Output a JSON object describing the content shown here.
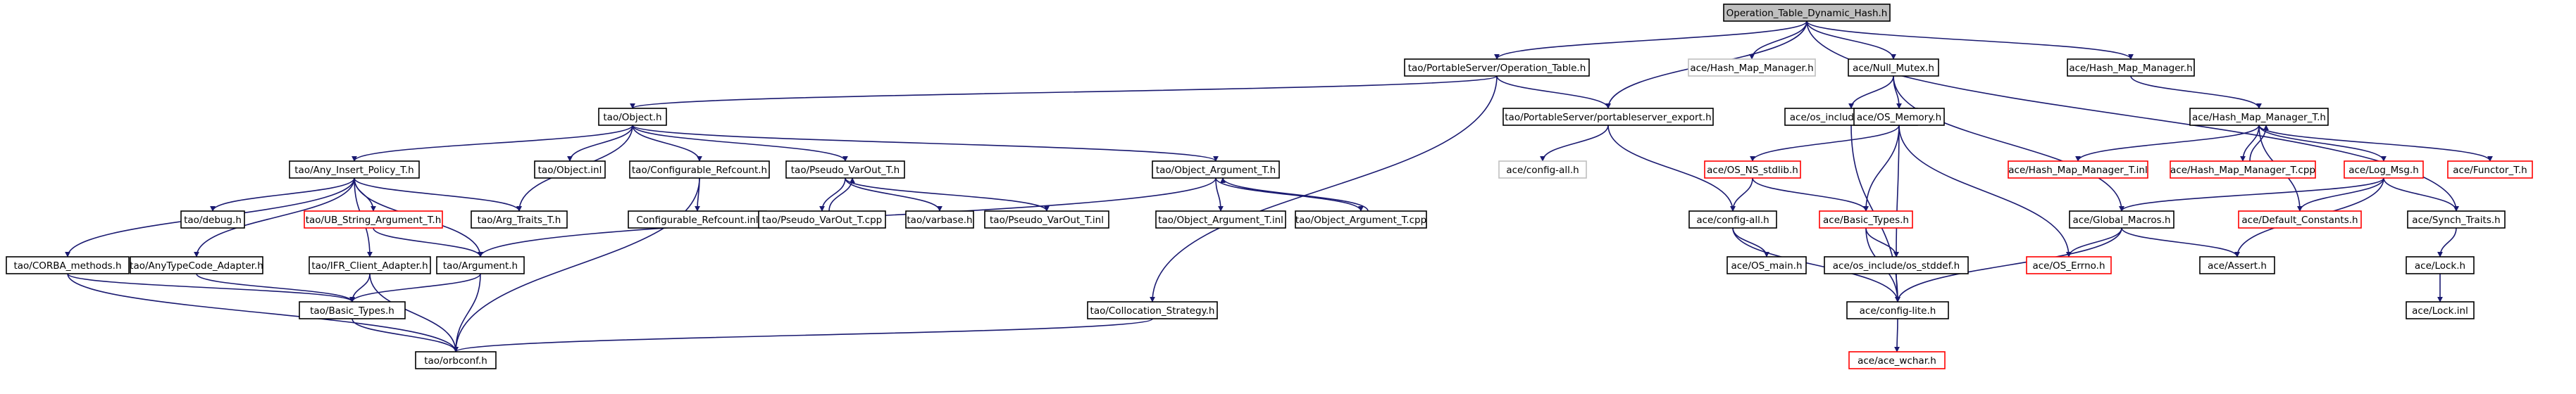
{
  "colors": {
    "root_fill": "#bfbfbf",
    "normal_stroke": "#000000",
    "missing_stroke": "#ff0000",
    "external_stroke": "#bfbfbf",
    "edge": "#191970",
    "text": "#000000"
  },
  "nodes": [
    {
      "id": "root",
      "label": "Operation_Table_Dynamic_Hash.h",
      "kind": "root"
    },
    {
      "id": "pstable",
      "label": "tao/PortableServer/Operation_Table.h",
      "kind": "normal"
    },
    {
      "id": "hmm_gray",
      "label": "ace/Hash_Map_Manager.h",
      "kind": "external"
    },
    {
      "id": "nullmutex",
      "label": "ace/Null_Mutex.h",
      "kind": "normal"
    },
    {
      "id": "hmm",
      "label": "ace/Hash_Map_Manager.h",
      "kind": "normal"
    },
    {
      "id": "object",
      "label": "tao/Object.h",
      "kind": "normal"
    },
    {
      "id": "psexport",
      "label": "tao/PortableServer/portableserver_export.h",
      "kind": "normal"
    },
    {
      "id": "errno_os",
      "label": "ace/os_include/os_errno.h",
      "kind": "normal"
    },
    {
      "id": "osmemory",
      "label": "ace/OS_Memory.h",
      "kind": "normal"
    },
    {
      "id": "hmmt",
      "label": "ace/Hash_Map_Manager_T.h",
      "kind": "normal"
    },
    {
      "id": "anyinsert",
      "label": "tao/Any_Insert_Policy_T.h",
      "kind": "normal"
    },
    {
      "id": "objinl",
      "label": "tao/Object.inl",
      "kind": "normal"
    },
    {
      "id": "confref",
      "label": "tao/Configurable_Refcount.h",
      "kind": "normal"
    },
    {
      "id": "pseudovar",
      "label": "tao/Pseudo_VarOut_T.h",
      "kind": "normal"
    },
    {
      "id": "objarg",
      "label": "tao/Object_Argument_T.h",
      "kind": "normal"
    },
    {
      "id": "configall_gray",
      "label": "ace/config-all.h",
      "kind": "external"
    },
    {
      "id": "nsstdlib",
      "label": "ace/OS_NS_stdlib.h",
      "kind": "missing"
    },
    {
      "id": "hmmt_inl",
      "label": "ace/Hash_Map_Manager_T.inl",
      "kind": "missing"
    },
    {
      "id": "hmmt_cpp",
      "label": "ace/Hash_Map_Manager_T.cpp",
      "kind": "missing"
    },
    {
      "id": "logmsg",
      "label": "ace/Log_Msg.h",
      "kind": "missing"
    },
    {
      "id": "functor",
      "label": "ace/Functor_T.h",
      "kind": "missing"
    },
    {
      "id": "debug",
      "label": "tao/debug.h",
      "kind": "normal"
    },
    {
      "id": "ubstring",
      "label": "tao/UB_String_Argument_T.h",
      "kind": "missing"
    },
    {
      "id": "argtraits",
      "label": "tao/Arg_Traits_T.h",
      "kind": "normal"
    },
    {
      "id": "confref_inl",
      "label": "Configurable_Refcount.inl",
      "kind": "normal"
    },
    {
      "id": "pv_cpp",
      "label": "tao/Pseudo_VarOut_T.cpp",
      "kind": "normal"
    },
    {
      "id": "varbase",
      "label": "tao/varbase.h",
      "kind": "normal"
    },
    {
      "id": "pv_inl",
      "label": "tao/Pseudo_VarOut_T.inl",
      "kind": "normal"
    },
    {
      "id": "oa_inl",
      "label": "tao/Object_Argument_T.inl",
      "kind": "normal"
    },
    {
      "id": "oa_cpp",
      "label": "tao/Object_Argument_T.cpp",
      "kind": "normal"
    },
    {
      "id": "configall",
      "label": "ace/config-all.h",
      "kind": "normal"
    },
    {
      "id": "basictypes_ace",
      "label": "ace/Basic_Types.h",
      "kind": "missing"
    },
    {
      "id": "globalmacros",
      "label": "ace/Global_Macros.h",
      "kind": "normal"
    },
    {
      "id": "defconst",
      "label": "ace/Default_Constants.h",
      "kind": "missing"
    },
    {
      "id": "synchtraits",
      "label": "ace/Synch_Traits.h",
      "kind": "normal"
    },
    {
      "id": "corba",
      "label": "tao/CORBA_methods.h",
      "kind": "normal"
    },
    {
      "id": "anytypecode",
      "label": "tao/AnyTypeCode_Adapter.h",
      "kind": "normal"
    },
    {
      "id": "ifr",
      "label": "tao/IFR_Client_Adapter.h",
      "kind": "normal"
    },
    {
      "id": "argument",
      "label": "tao/Argument.h",
      "kind": "normal"
    },
    {
      "id": "osmain",
      "label": "ace/OS_main.h",
      "kind": "normal"
    },
    {
      "id": "osstddef",
      "label": "ace/os_include/os_stddef.h",
      "kind": "normal"
    },
    {
      "id": "oserrno",
      "label": "ace/OS_Errno.h",
      "kind": "missing"
    },
    {
      "id": "assert",
      "label": "ace/Assert.h",
      "kind": "normal"
    },
    {
      "id": "lock",
      "label": "ace/Lock.h",
      "kind": "normal"
    },
    {
      "id": "basictypes_tao",
      "label": "tao/Basic_Types.h",
      "kind": "normal"
    },
    {
      "id": "collocation",
      "label": "tao/Collocation_Strategy.h",
      "kind": "normal"
    },
    {
      "id": "configlite",
      "label": "ace/config-lite.h",
      "kind": "normal"
    },
    {
      "id": "lock_inl",
      "label": "ace/Lock.inl",
      "kind": "normal"
    },
    {
      "id": "orbconf",
      "label": "tao/orbconf.h",
      "kind": "normal"
    },
    {
      "id": "acewchar",
      "label": "ace/ace_wchar.h",
      "kind": "missing"
    }
  ],
  "edges": [
    [
      "root",
      "pstable"
    ],
    [
      "root",
      "hmm_gray"
    ],
    [
      "root",
      "nullmutex"
    ],
    [
      "root",
      "hmm"
    ],
    [
      "root",
      "psexport"
    ],
    [
      "root",
      "synchtraits"
    ],
    [
      "pstable",
      "object"
    ],
    [
      "pstable",
      "psexport"
    ],
    [
      "pstable",
      "collocation"
    ],
    [
      "object",
      "anyinsert"
    ],
    [
      "object",
      "argtraits"
    ],
    [
      "object",
      "objinl"
    ],
    [
      "object",
      "confref"
    ],
    [
      "object",
      "pseudovar"
    ],
    [
      "object",
      "objarg"
    ],
    [
      "psexport",
      "configall_gray"
    ],
    [
      "psexport",
      "configall"
    ],
    [
      "nullmutex",
      "errno_os"
    ],
    [
      "nullmutex",
      "osmemory"
    ],
    [
      "nullmutex",
      "globalmacros"
    ],
    [
      "hmm",
      "hmmt"
    ],
    [
      "hmmt",
      "hmmt_inl"
    ],
    [
      "hmmt",
      "hmmt_cpp"
    ],
    [
      "hmmt_cpp",
      "hmmt"
    ],
    [
      "hmmt",
      "logmsg"
    ],
    [
      "hmmt",
      "functor"
    ],
    [
      "hmmt",
      "defconst"
    ],
    [
      "errno_os",
      "configlite"
    ],
    [
      "osmemory",
      "nsstdlib"
    ],
    [
      "osmemory",
      "basictypes_ace"
    ],
    [
      "osmemory",
      "osstddef"
    ],
    [
      "osmemory",
      "oserrno"
    ],
    [
      "nsstdlib",
      "configall"
    ],
    [
      "nsstdlib",
      "basictypes_ace"
    ],
    [
      "logmsg",
      "globalmacros"
    ],
    [
      "logmsg",
      "defconst"
    ],
    [
      "logmsg",
      "synchtraits"
    ],
    [
      "logmsg",
      "assert"
    ],
    [
      "anyinsert",
      "debug"
    ],
    [
      "anyinsert",
      "ubstring"
    ],
    [
      "anyinsert",
      "argtraits"
    ],
    [
      "anyinsert",
      "corba"
    ],
    [
      "anyinsert",
      "anytypecode"
    ],
    [
      "anyinsert",
      "ifr"
    ],
    [
      "anyinsert",
      "argument"
    ],
    [
      "confref",
      "confref_inl"
    ],
    [
      "confref",
      "orbconf"
    ],
    [
      "pseudovar",
      "pv_cpp"
    ],
    [
      "pv_cpp",
      "pseudovar"
    ],
    [
      "pseudovar",
      "varbase"
    ],
    [
      "pseudovar",
      "pv_inl"
    ],
    [
      "objarg",
      "oa_inl"
    ],
    [
      "objarg",
      "oa_cpp"
    ],
    [
      "oa_cpp",
      "objarg"
    ],
    [
      "objarg",
      "argument"
    ],
    [
      "ubstring",
      "argument"
    ],
    [
      "configall",
      "osmain"
    ],
    [
      "configall",
      "configlite"
    ],
    [
      "basictypes_ace",
      "osstddef"
    ],
    [
      "basictypes_ace",
      "configlite"
    ],
    [
      "globalmacros",
      "oserrno"
    ],
    [
      "globalmacros",
      "assert"
    ],
    [
      "globalmacros",
      "configlite"
    ],
    [
      "synchtraits",
      "lock"
    ],
    [
      "corba",
      "basictypes_tao"
    ],
    [
      "corba",
      "orbconf"
    ],
    [
      "anytypecode",
      "basictypes_tao"
    ],
    [
      "ifr",
      "basictypes_tao"
    ],
    [
      "ifr",
      "orbconf"
    ],
    [
      "argument",
      "basictypes_tao"
    ],
    [
      "argument",
      "orbconf"
    ],
    [
      "osstddef",
      "configlite"
    ],
    [
      "lock",
      "lock_inl"
    ],
    [
      "basictypes_tao",
      "orbconf"
    ],
    [
      "collocation",
      "orbconf"
    ],
    [
      "configlite",
      "acewchar"
    ]
  ]
}
